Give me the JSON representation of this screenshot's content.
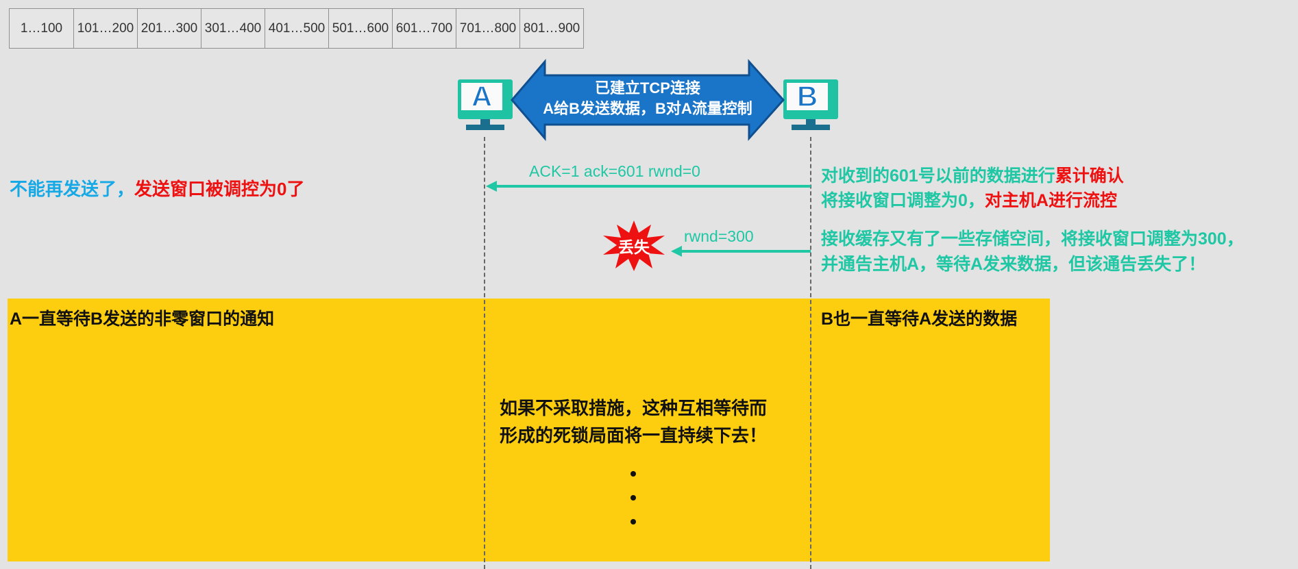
{
  "sequence_table": [
    "1…100",
    "101…200",
    "201…300",
    "301…400",
    "401…500",
    "501…600",
    "601…700",
    "701…800",
    "801…900"
  ],
  "hosts": {
    "a": "A",
    "b": "B"
  },
  "connection_banner": {
    "line1": "已建立TCP连接",
    "line2": "A给B发送数据，B对A流量控制"
  },
  "message1": {
    "label": "ACK=1   ack=601   rwnd=0"
  },
  "message2": {
    "label": "rwnd=300",
    "lost_badge": "丢失"
  },
  "left_note": {
    "part1": "不能再发送了，",
    "part2": "发送窗口被调控为0了"
  },
  "right_note1": {
    "l1_part1": "对收到的601号以前的数据进行",
    "l1_part2": "累计确认",
    "l2_part1": "将接收窗口调整为0，",
    "l2_part2": "对主机A进行流控"
  },
  "right_note2": {
    "line1": "接收缓存又有了一些存储空间，将接收窗口调整为300，",
    "line2": "并通告主机A，等待A发来数据，但该通告丢失了！"
  },
  "deadlock": {
    "a_waiting": "A一直等待B发送的非零窗口的通知",
    "b_waiting": "B也一直等待A发送的数据",
    "center_line1": "如果不采取措施，这种互相等待而",
    "center_line2": "形成的死锁局面将一直持续下去！"
  },
  "colors": {
    "teal": "#1fc7a4",
    "blue": "#1a74c7",
    "red": "#ee1111",
    "yellow": "#fdcd10",
    "cyan_text": "#17a8e6"
  }
}
